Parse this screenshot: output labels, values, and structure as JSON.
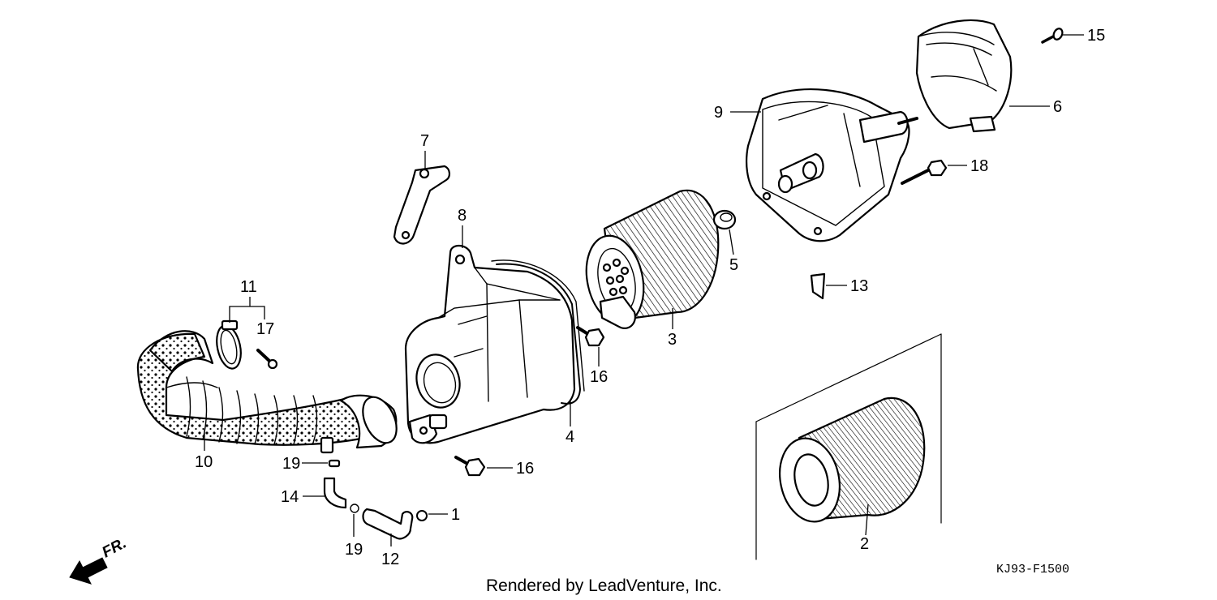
{
  "diagram": {
    "footer_text": "Rendered by LeadVenture, Inc.",
    "diagram_code": "KJ93-F1500",
    "front_label": "FR.",
    "callouts": {
      "c1": "1",
      "c2": "2",
      "c3": "3",
      "c4": "4",
      "c5": "5",
      "c6": "6",
      "c7": "7",
      "c8": "8",
      "c9": "9",
      "c10": "10",
      "c11": "11",
      "c12": "12",
      "c13": "13",
      "c14": "14",
      "c15": "15",
      "c16a": "16",
      "c16b": "16",
      "c17": "17",
      "c18": "18",
      "c19a": "19",
      "c19b": "19"
    }
  }
}
